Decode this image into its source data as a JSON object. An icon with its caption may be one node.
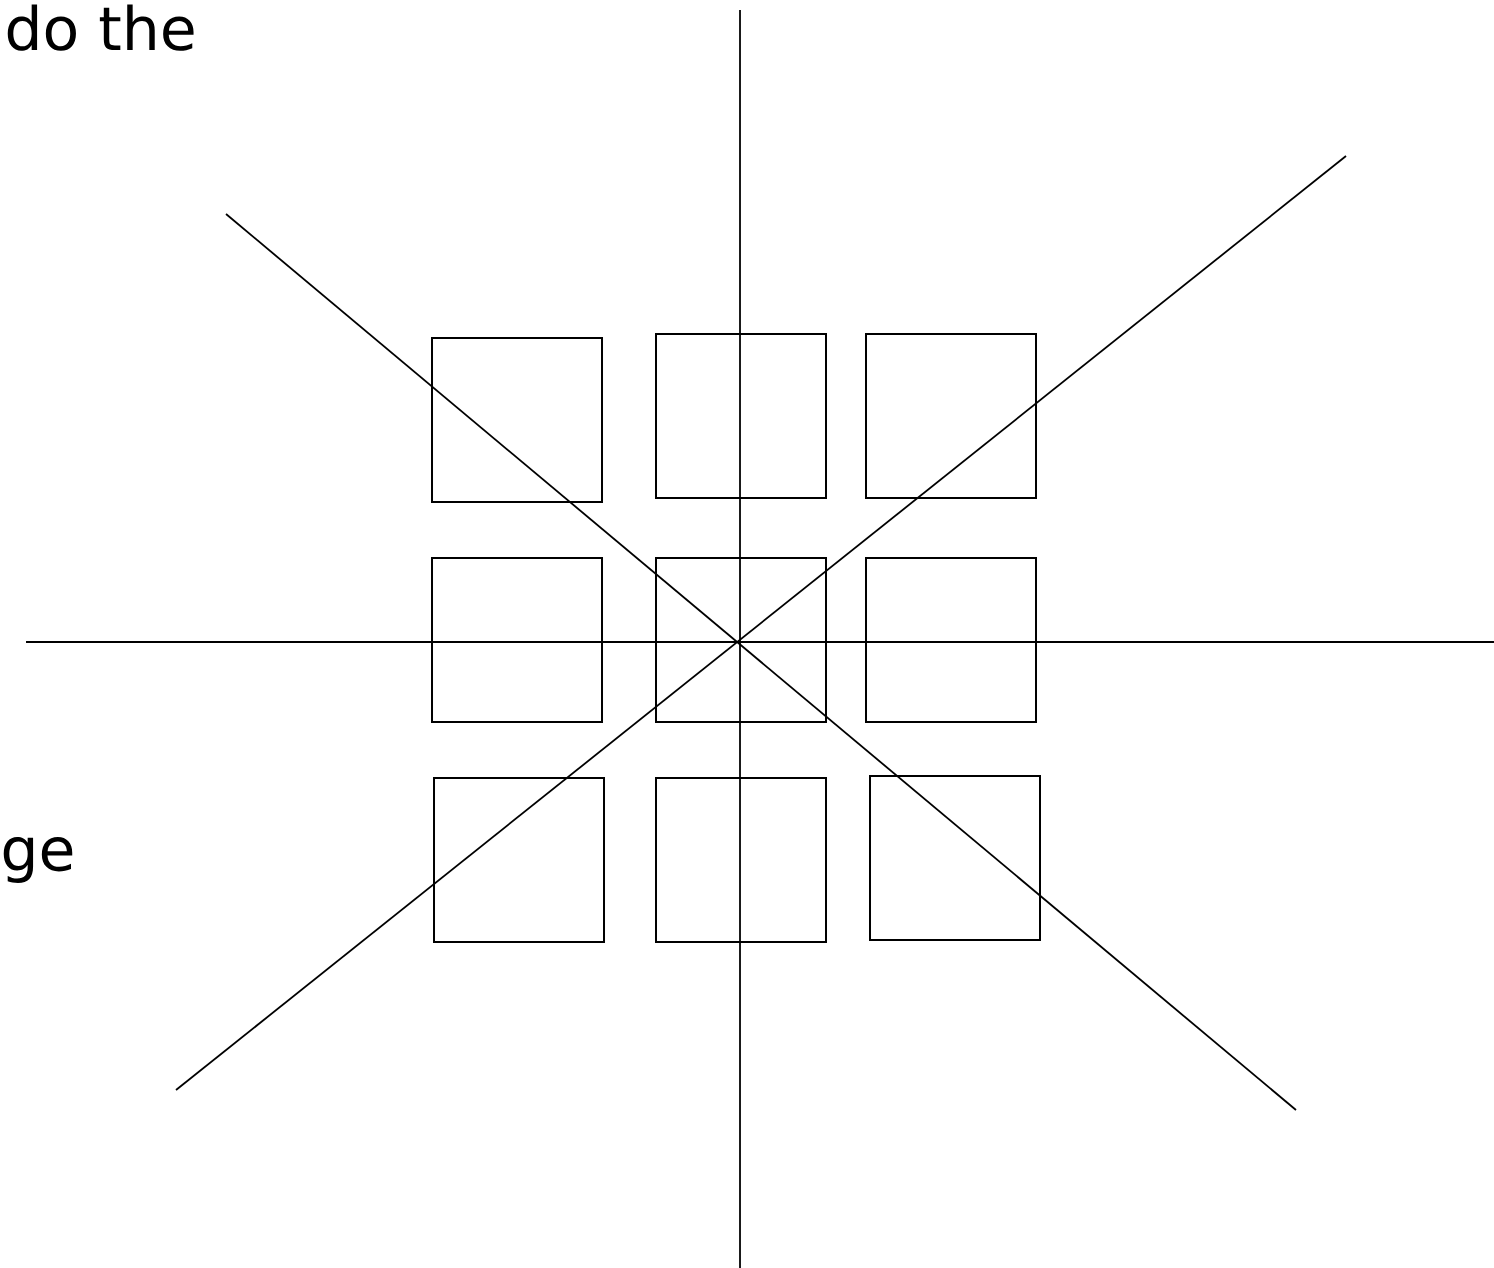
{
  "diagram": {
    "nodes": [
      {
        "text": [],
        "shape": "box"
      },
      {
        "text": [],
        "shape": "box"
      },
      {
        "text": [],
        "shape": "box"
      },
      {
        "text": [],
        "shape": "box"
      },
      {
        "text": [],
        "shape": "box"
      },
      {
        "text": [],
        "shape": "box"
      },
      {
        "text": [],
        "shape": "box"
      },
      {
        "text": [],
        "shape": "box"
      },
      {
        "text": [],
        "shape": "box"
      }
    ],
    "labels": [
      "do the",
      "ge"
    ]
  }
}
